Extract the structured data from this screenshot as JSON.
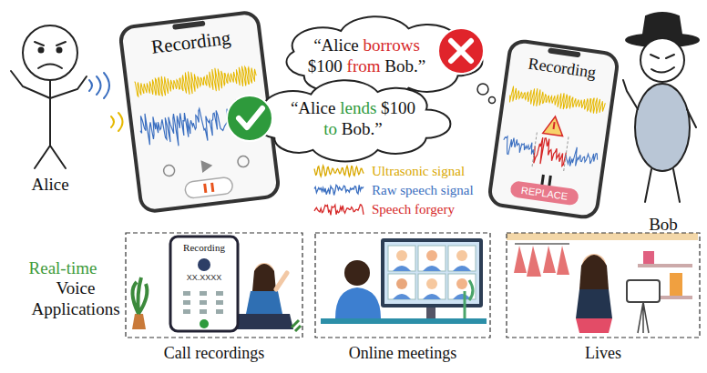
{
  "diagram": {
    "nodes": [
      {
        "text": [
          "Recording"
        ]
      },
      {
        "text": [
          "“Alice borrows $100 from Bob.”"
        ]
      },
      {
        "text": [
          "“Alice lends $100 to Bob.”"
        ]
      },
      {
        "text": [
          "Recording",
          "REPLACE"
        ]
      },
      {
        "text": [
          "Call recordings"
        ]
      },
      {
        "text": [
          "Recording",
          "XX.XXXX"
        ],
        "in": 4
      },
      {
        "text": [
          "Online meetings"
        ]
      },
      {
        "text": [
          "Lives"
        ]
      }
    ],
    "edges": [],
    "labels": [
      "Alice",
      "Bob",
      "Real-time",
      "Voice Applications"
    ],
    "legend": [
      {
        "text": "Ultrasonic signal"
      },
      {
        "text": "Raw speech signal"
      },
      {
        "text": "Speech forgery"
      }
    ]
  }
}
